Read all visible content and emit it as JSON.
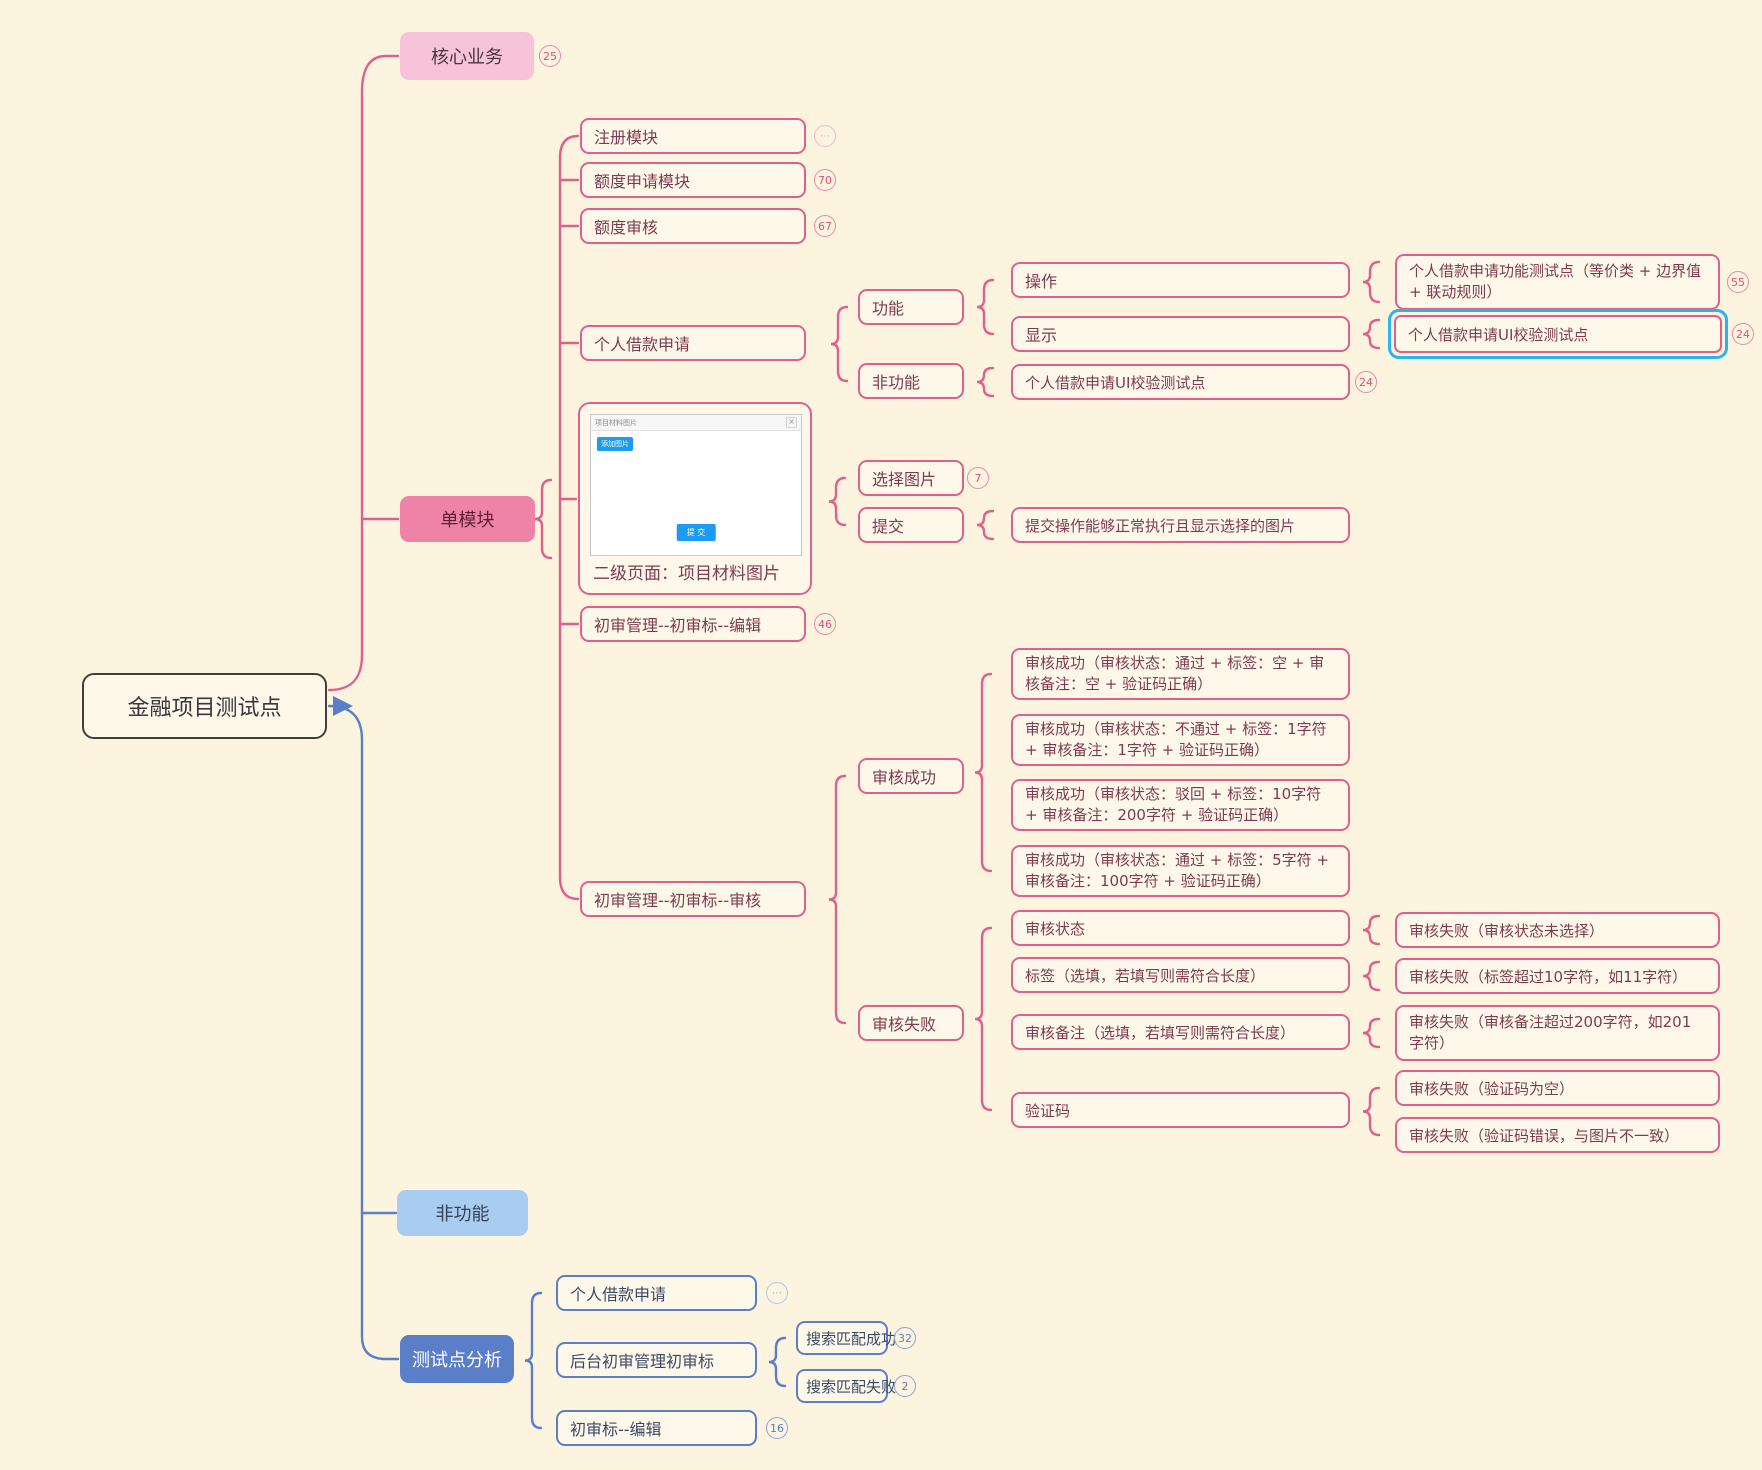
{
  "colors": {
    "background": "#fcf4de",
    "pink_accent": "#e0608c",
    "blue_accent": "#5b7ec9",
    "highlight_cyan": "#2cb3ee",
    "core_fill": "#f6c3d8",
    "module_fill": "#ef82a7",
    "nonfunc_fill": "#a9cdf1",
    "analysis_fill": "#5b7ec9",
    "thumb_button_blue": "#1d9bf0"
  },
  "root": {
    "label": "金融项目测试点"
  },
  "core": {
    "label": "核心业务",
    "badge": "25"
  },
  "single": {
    "label": "单模块",
    "register": {
      "label": "注册模块",
      "badge": "⋯"
    },
    "quota_apply": {
      "label": "额度申请模块",
      "badge": "70"
    },
    "quota_review": {
      "label": "额度审核",
      "badge": "67"
    },
    "personal_loan": {
      "label": "个人借款申请"
    },
    "material": {
      "caption": "二级页面：项目材料图片",
      "dialog_title": "项目材料图片",
      "add_button": "添加图片",
      "submit_button": "提 交",
      "close_icon": "×"
    },
    "first_edit": {
      "label": "初审管理--初审标--编辑",
      "badge": "46"
    },
    "first_review": {
      "label": "初审管理--初审标--审核"
    }
  },
  "loan": {
    "functional": {
      "label": "功能"
    },
    "non_functional": {
      "label": "非功能"
    },
    "operation": {
      "label": "操作"
    },
    "display": {
      "label": "显示"
    },
    "func_test": {
      "label": "个人借款申请功能测试点（等价类 + 边界值 + 联动规则）",
      "badge": "55"
    },
    "ui_test_selected": {
      "label": "个人借款申请UI校验测试点",
      "badge": "24"
    },
    "ui_test": {
      "label": "个人借款申请UI校验测试点",
      "badge": "24"
    }
  },
  "material_ops": {
    "pick": {
      "label": "选择图片",
      "badge": "7"
    },
    "submit": {
      "label": "提交"
    },
    "submit_result": {
      "label": "提交操作能够正常执行且显示选择的图片"
    }
  },
  "review": {
    "success": {
      "label": "审核成功"
    },
    "fail": {
      "label": "审核失败"
    },
    "success_cases": [
      "审核成功（审核状态：通过 + 标签：空 + 审核备注：空 + 验证码正确）",
      "审核成功（审核状态：不通过 + 标签：1字符 + 审核备注：1字符 + 验证码正确）",
      "审核成功（审核状态：驳回 + 标签：10字符 + 审核备注：200字符 + 验证码正确）",
      "审核成功（审核状态：通过 + 标签：5字符 + 审核备注：100字符 + 验证码正确）"
    ],
    "fail_factors": {
      "status": {
        "label": "审核状态"
      },
      "tag": {
        "label": "标签（选填，若填写则需符合长度）"
      },
      "remark": {
        "label": "审核备注（选填，若填写则需符合长度）"
      },
      "captcha": {
        "label": "验证码"
      }
    },
    "fail_cases": [
      "审核失败（审核状态未选择）",
      "审核失败（标签超过10字符，如11字符）",
      "审核失败（审核备注超过200字符，如201字符）",
      "审核失败（验证码为空）",
      "审核失败（验证码错误，与图片不一致）"
    ]
  },
  "non_functional_branch": {
    "label": "非功能"
  },
  "analysis": {
    "label": "测试点分析",
    "personal_loan": {
      "label": "个人借款申请",
      "badge": "⋯"
    },
    "backend": {
      "label": "后台初审管理初审标"
    },
    "search_ok": {
      "label": "搜索匹配成功",
      "badge": "32"
    },
    "search_fail": {
      "label": "搜索匹配失败",
      "badge": "2"
    },
    "edit": {
      "label": "初审标--编辑",
      "badge": "16"
    }
  }
}
